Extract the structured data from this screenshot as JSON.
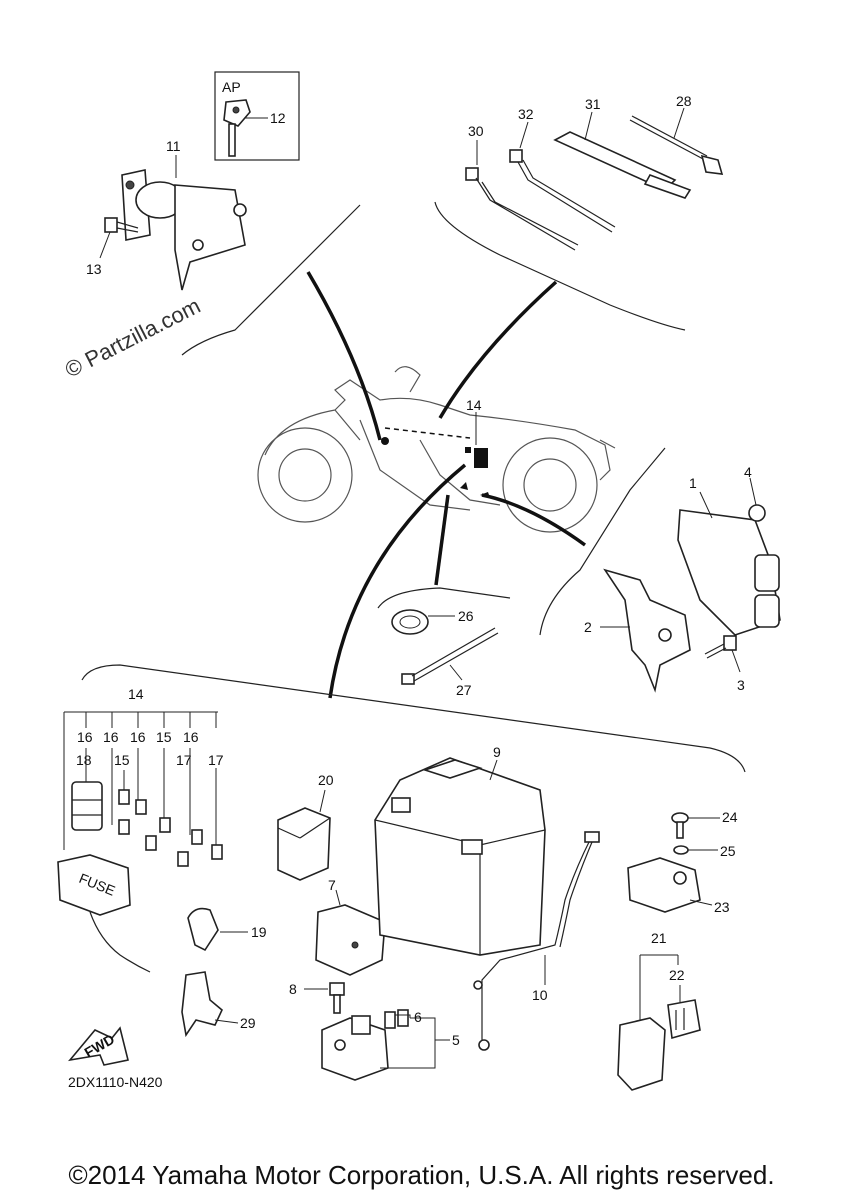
{
  "watermark": "© Partzilla.com",
  "ap_label": "AP",
  "diagram_code": "2DX1110-N420",
  "fwd_label": "FWD",
  "fuse_label": "FUSE",
  "copyright": "©2014 Yamaha Motor Corporation, U.S.A. All rights reserved.",
  "callouts": {
    "c1": "1",
    "c2": "2",
    "c3": "3",
    "c4": "4",
    "c5": "5",
    "c6": "6",
    "c7": "7",
    "c8": "8",
    "c9": "9",
    "c10": "10",
    "c11": "11",
    "c12": "12",
    "c13": "13",
    "c14a": "14",
    "c14b": "14",
    "c15a": "15",
    "c15b": "15",
    "c16a": "16",
    "c16b": "16",
    "c16c": "16",
    "c16d": "16",
    "c17a": "17",
    "c17b": "17",
    "c18": "18",
    "c19": "19",
    "c20": "20",
    "c21": "21",
    "c22": "22",
    "c23": "23",
    "c24": "24",
    "c25": "25",
    "c26": "26",
    "c27": "27",
    "c28": "28",
    "c29": "29",
    "c30": "30",
    "c31": "31",
    "c32": "32"
  }
}
